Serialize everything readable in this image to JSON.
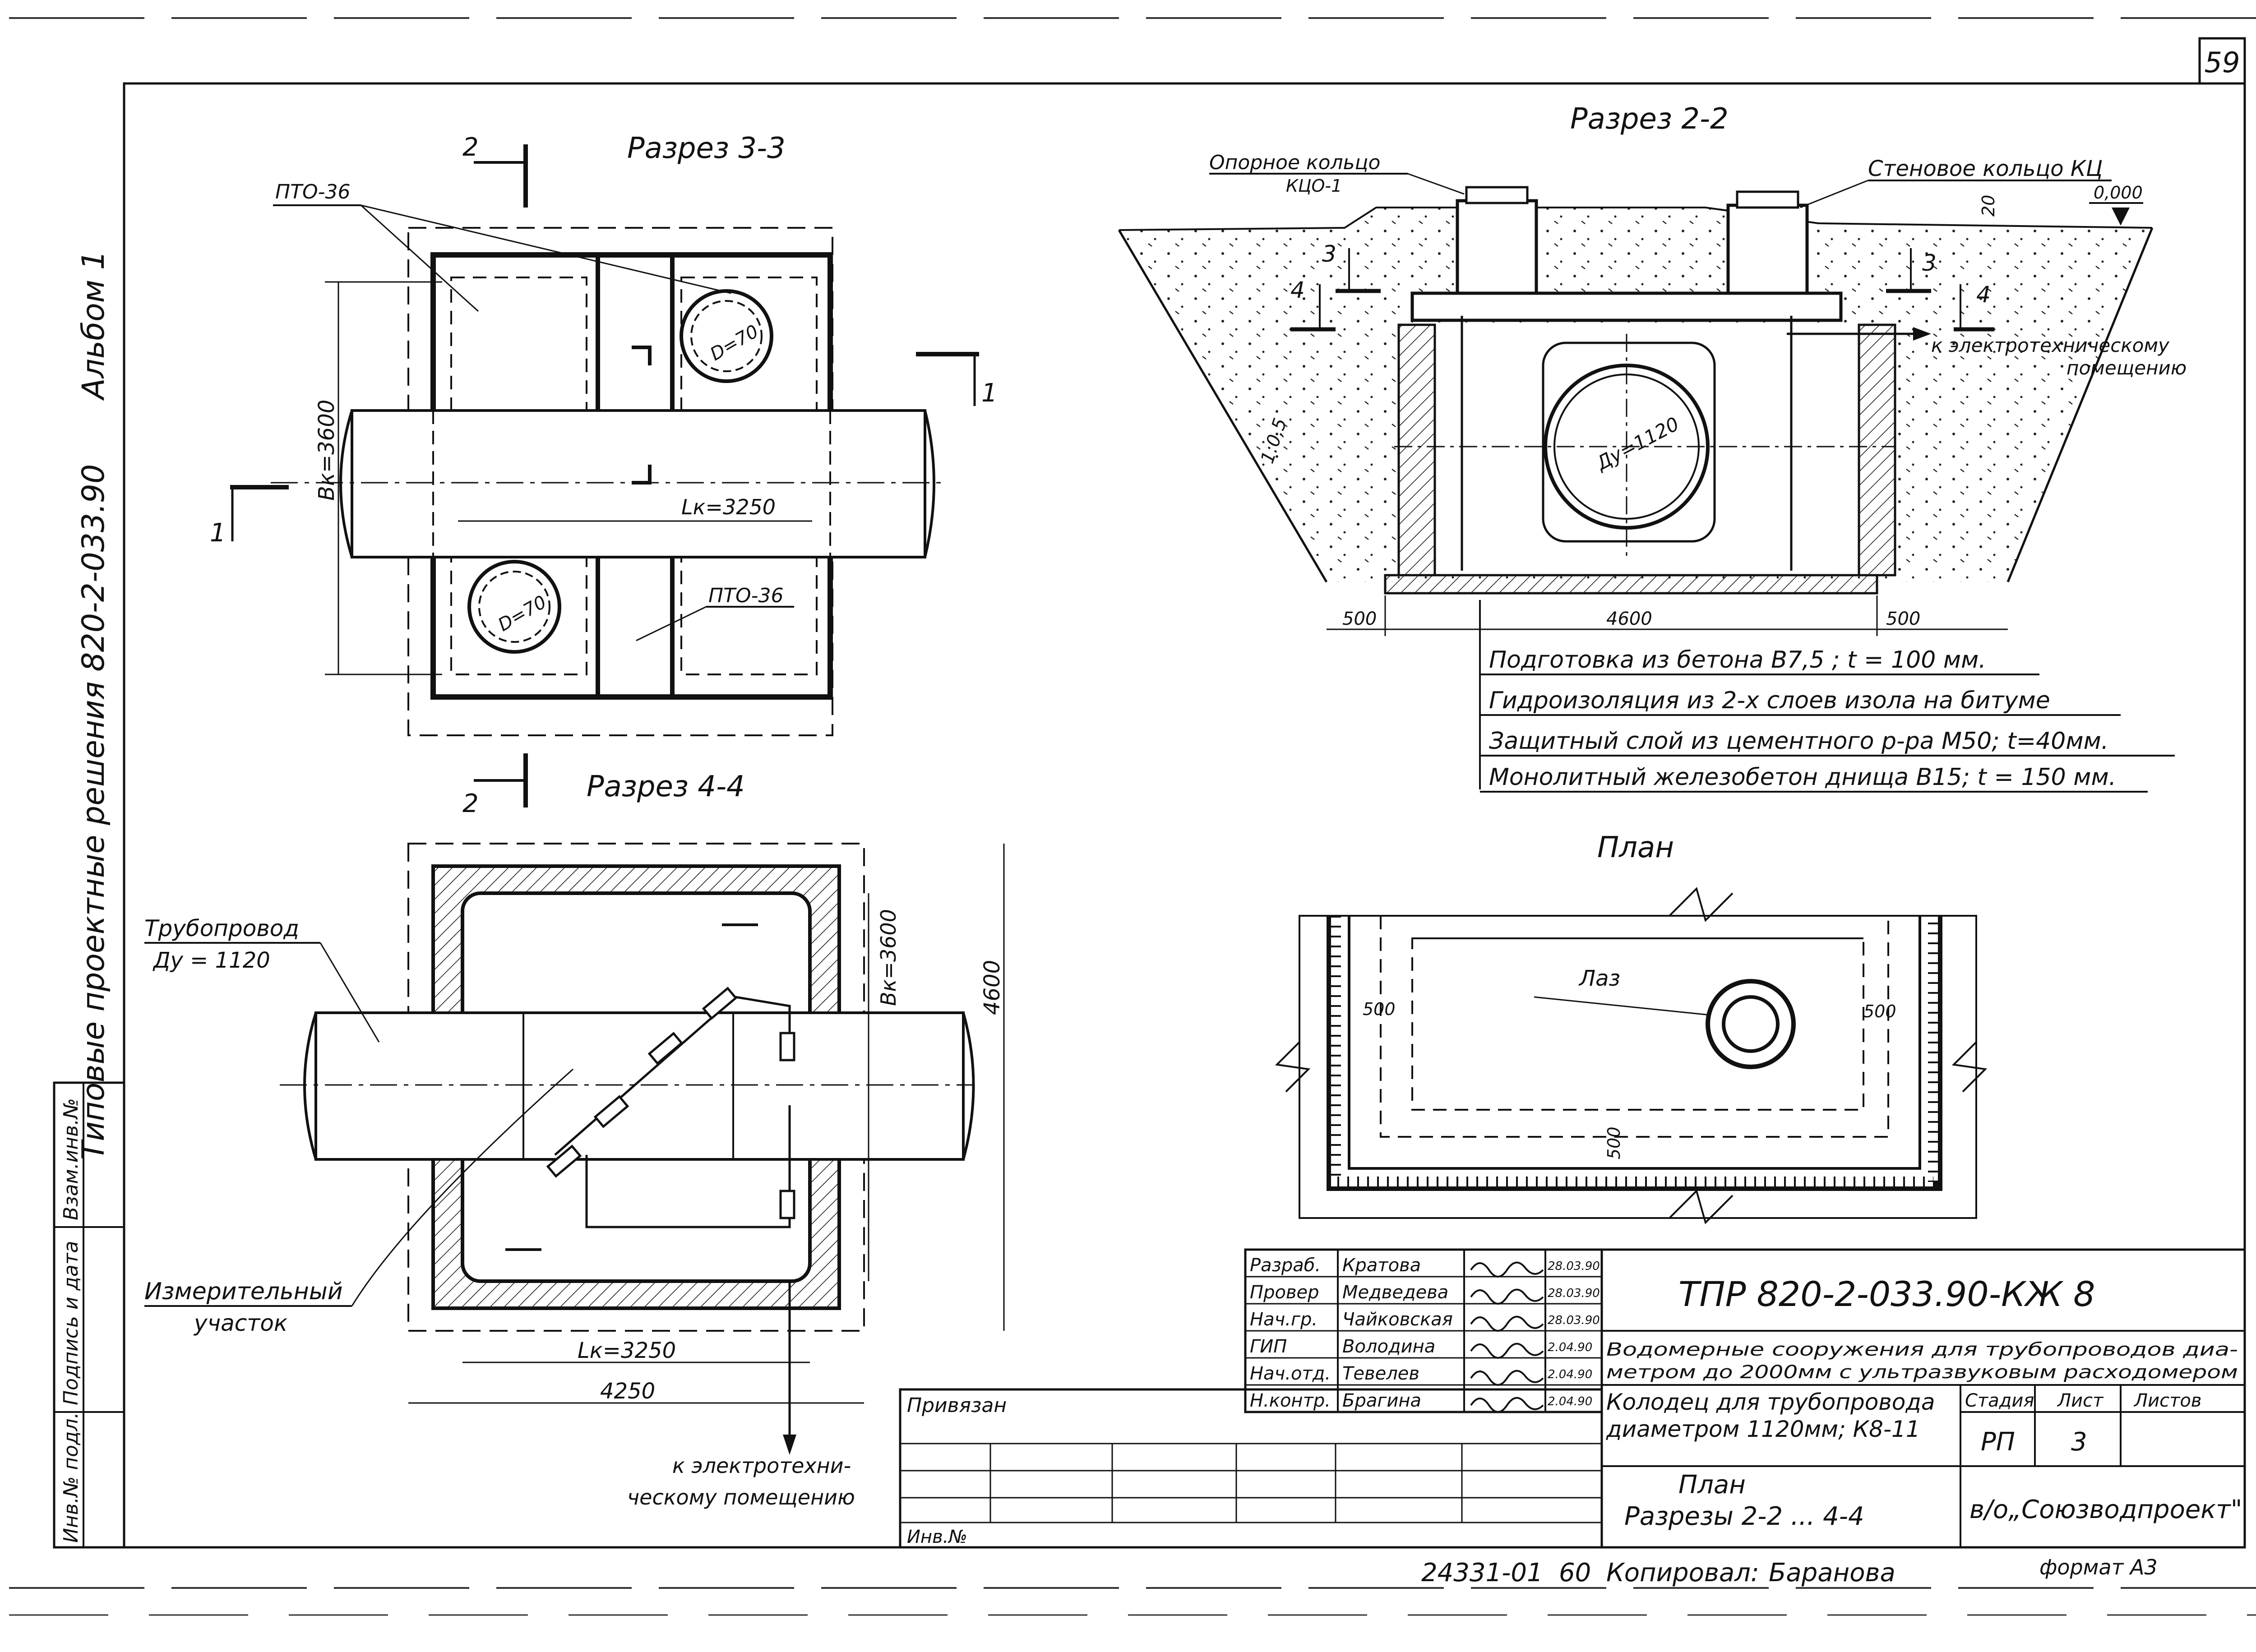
{
  "page": {
    "number": "59"
  },
  "side": {
    "album": "Альбом 1",
    "series": "Типовые проектные решения 820-2-033.90",
    "stamps": [
      "Инв.№ подл.",
      "Подпись и дата",
      "Взам.инв.№"
    ]
  },
  "sec33": {
    "title": "Разрез 3-3",
    "pto_top": "ПТО-36",
    "pto_bottom": "ПТО-36",
    "d1": "D=70",
    "d2": "D=70",
    "bk": "Bк=3600",
    "lk": "Lк=3250",
    "cut2": "2",
    "cut1": "1"
  },
  "sec22": {
    "title": "Разрез 2-2",
    "support_ring": "Опорное кольцо",
    "support_ring_code": "КЦО-1",
    "wall_ring": "Стеновое кольцо КЦ",
    "level": "0,000",
    "d20": "20",
    "to_room_1": "к электротехническому",
    "to_room_2": "помещению",
    "slope": "1:0,5",
    "pipe": "Ду=1120",
    "d500l": "500",
    "d4600": "4600",
    "d500r": "500",
    "cut3": "3",
    "cut4": "4",
    "notes": [
      "Подготовка из бетона В7,5 ; t = 100 мм.",
      "Гидроизоляция из 2-х слоев изола на битуме",
      "Защитный слой из цементного р-ра М50; t=40мм.",
      "Монолитный железобетон днища В15; t = 150 мм."
    ]
  },
  "sec44": {
    "title": "Разрез 4-4",
    "pipeline_1": "Трубопровод",
    "pipeline_2": "Ду = 1120",
    "measuring_1": "Измерительный",
    "measuring_2": "участок",
    "bk": "Bк=3600",
    "d4600": "4600",
    "lk": "Lк=3250",
    "d4250": "4250",
    "to_room_1": "к электротехни-",
    "to_room_2": "ческому помещению"
  },
  "plan": {
    "title": "План",
    "hatch": "Лаз",
    "d500a": "500",
    "d500b": "500",
    "d500c": "500"
  },
  "titleblock": {
    "roles": [
      "Разраб.",
      "Провер",
      "Нач.гр.",
      "ГИП",
      "Нач.отд.",
      "Н.контр."
    ],
    "names": [
      "Кратова",
      "Медведева",
      "Чайковская",
      "Володина",
      "Тевелев",
      "Брагина"
    ],
    "dates": [
      "28.03.90",
      "28.03.90",
      "28.03.90",
      "2.04.90",
      "2.04.90",
      "2.04.90"
    ],
    "code": "ТПР  820-2-033.90-КЖ 8",
    "project": "Водомерные сооружения для трубопроводов диаметром до 2000мм с ультразвуковым расходомером",
    "sheet_title_1": "Колодец для трубопровода",
    "sheet_title_2": "диаметром 1120мм; К8-11",
    "stage_label": "Стадия",
    "sheet_label": "Лист",
    "sheets_label": "Листов",
    "stage": "РП",
    "sheet": "3",
    "contents_1": "План",
    "contents_2": "Разрезы 2-2 ... 4-4",
    "org": "в/о„Союзводпроект\"",
    "bound": "Привязан",
    "inv": "Инв.№"
  },
  "footer": {
    "number": "24331-01",
    "page": "60",
    "copied": "Копировал:",
    "copier": "Баранова",
    "format": "формат А3"
  }
}
